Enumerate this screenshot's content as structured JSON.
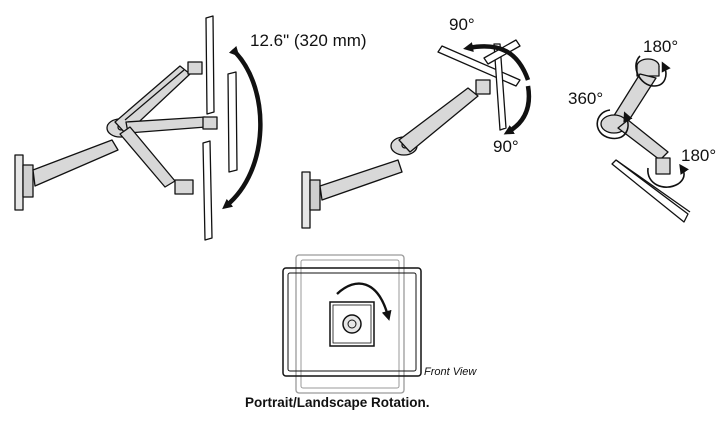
{
  "labels": {
    "height_range": "12.6\" (320 mm)",
    "tilt_up": "90°",
    "tilt_down": "90°",
    "swivel_top": "180°",
    "swivel_left": "360°",
    "swivel_right": "180°",
    "front_view": "Front View",
    "caption": "Portrait/Landscape Rotation."
  },
  "colors": {
    "outline": "#111111",
    "arm_fill": "#d8d8d8",
    "monitor_fill": "#ffffff",
    "ghost_outline": "#9a9a9a"
  }
}
